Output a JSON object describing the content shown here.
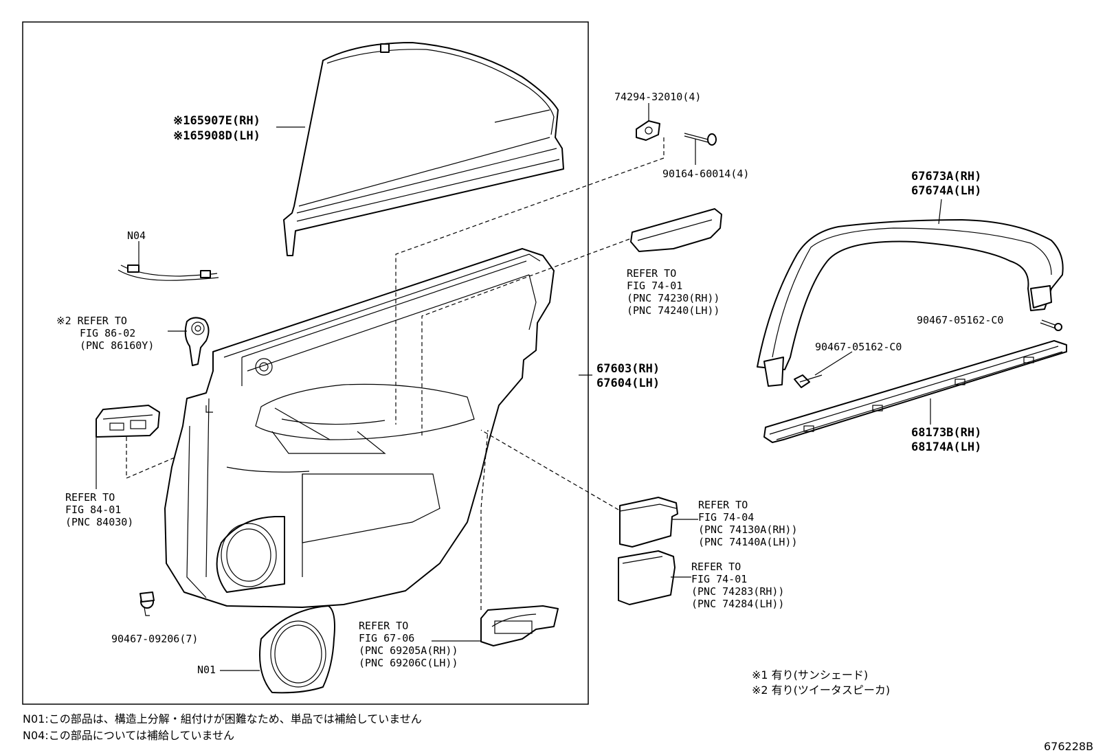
{
  "labels": {
    "glass_rh": "※165907E(RH)",
    "glass_lh": "※165908D(LH)",
    "n04": "N04",
    "tweeter_1": "※2 REFER TO",
    "tweeter_2": "FIG 86-02",
    "tweeter_3": "(PNC 86160Y)",
    "switch_1": "REFER TO",
    "switch_2": "FIG 84-01",
    "switch_3": "(PNC 84030)",
    "clip": "90467-09206(7)",
    "n01": "N01",
    "handle_1": "REFER TO",
    "handle_2": "FIG 67-06",
    "handle_3": "(PNC 69205A(RH))",
    "handle_4": "(PNC 69206C(LH))",
    "panel_rh": "67603(RH)",
    "panel_lh": "67604(LH)",
    "bolt_top": "74294-32010(4)",
    "screw_top": "90164-60014(4)",
    "armrest_1": "REFER TO",
    "armrest_2": "FIG 74-01",
    "armrest_3": "(PNC 74230(RH))",
    "armrest_4": "(PNC 74240(LH))",
    "ashtray_1": "REFER TO",
    "ashtray_2": "FIG 74-04",
    "ashtray_3": "(PNC 74130A(RH))",
    "ashtray_4": "(PNC 74140A(LH))",
    "pocket_1": "REFER TO",
    "pocket_2": "FIG 74-01",
    "pocket_3": "(PNC 74283(RH))",
    "pocket_4": "(PNC 74284(LH))",
    "weather_rh": "67673A(RH)",
    "weather_lh": "67674A(LH)",
    "clip_a": "90467-05162-C0",
    "clip_b": "90467-05162-C0",
    "belt_rh": "68173B(RH)",
    "belt_lh": "68174A(LH)"
  },
  "footnotes": {
    "note1": "※1  有り(サンシェード)",
    "note2": "※2  有り(ツイータスピーカ)",
    "n01_note": "N01:この部品は、構造上分解・組付けが困難なため、単品では補給していません",
    "n04_note": "N04:この部品については補給していません",
    "figure_id": "676228B"
  }
}
